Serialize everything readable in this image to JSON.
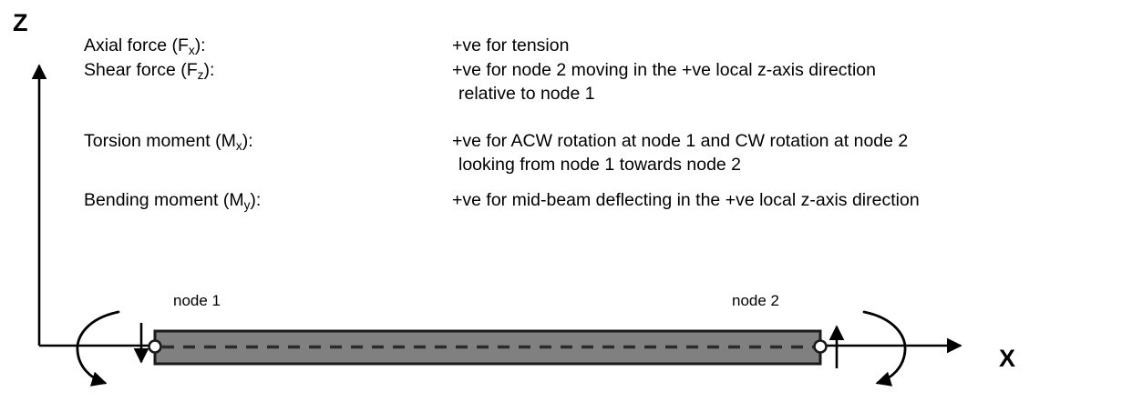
{
  "axes": {
    "z_label": "Z",
    "x_label": "X"
  },
  "legend": {
    "rows": [
      {
        "label_prefix": "Axial force (F",
        "label_sub": "x",
        "label_suffix": "):",
        "description": "+ve for tension",
        "continuation": ""
      },
      {
        "label_prefix": "Shear force (F",
        "label_sub": "z",
        "label_suffix": "):",
        "description": "+ve for node 2 moving in the +ve local z-axis direction",
        "continuation": "relative to node 1"
      },
      {
        "label_prefix": "Torsion moment (M",
        "label_sub": "x",
        "label_suffix": "):",
        "description": "+ve for ACW rotation at node 1 and CW rotation at node 2",
        "continuation": "looking from node 1 towards node 2"
      },
      {
        "label_prefix": "Bending moment (M",
        "label_sub": "y",
        "label_suffix": "):",
        "description": "+ve for mid-beam deflecting in the +ve local z-axis direction",
        "continuation": ""
      }
    ]
  },
  "beam": {
    "node_1_label": "node 1",
    "node_2_label": "node 2",
    "fill_color": "#808080",
    "stroke_color": "#1a1a1a",
    "centerline_color": "#2b2b2b",
    "node_marker_fill": "#ffffff"
  },
  "colors": {
    "background": "#ffffff",
    "ink": "#000000",
    "beam_gray": "#808080"
  }
}
